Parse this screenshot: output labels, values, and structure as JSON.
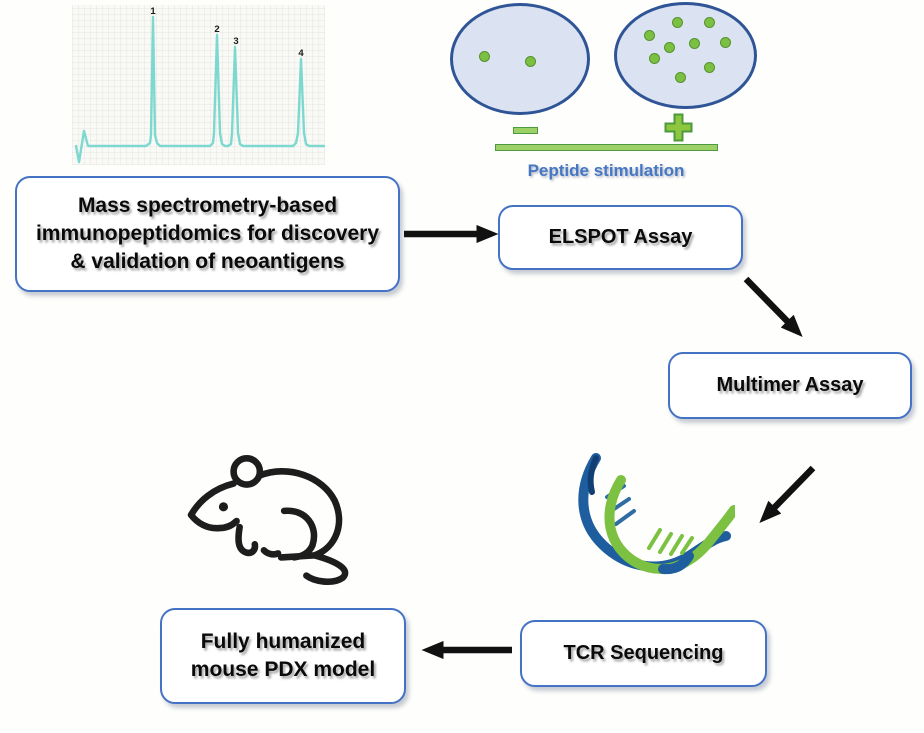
{
  "colors": {
    "box_border": "#4472c4",
    "arrow": "#111111",
    "dish_fill": "#dbe3f2",
    "dish_border": "#2f5597",
    "cell_dot_green": "#7cc043",
    "stimulation_green": "#9cd167",
    "trace_teal": "#7dd8d0",
    "caption_blue": "#4577c2",
    "dna_blue": "#1e5e9e",
    "dna_green": "#7dc142"
  },
  "chromatogram": {
    "peak_labels": [
      "1",
      "2",
      "3",
      "4"
    ]
  },
  "stimulation": {
    "caption": "Peptide stimulation",
    "negative_symbol": "−",
    "positive_symbol": "+"
  },
  "boxes": {
    "mass_spec_lines": [
      "Mass spectrometry-based",
      "immunopeptidomics for discovery",
      "& validation of neoantigens"
    ],
    "elspot_label": "ELSPOT Assay",
    "multimer_label": "Multimer Assay",
    "tcr_label": "TCR Sequencing",
    "pdx_lines": [
      "Fully humanized",
      "mouse PDX model"
    ]
  }
}
